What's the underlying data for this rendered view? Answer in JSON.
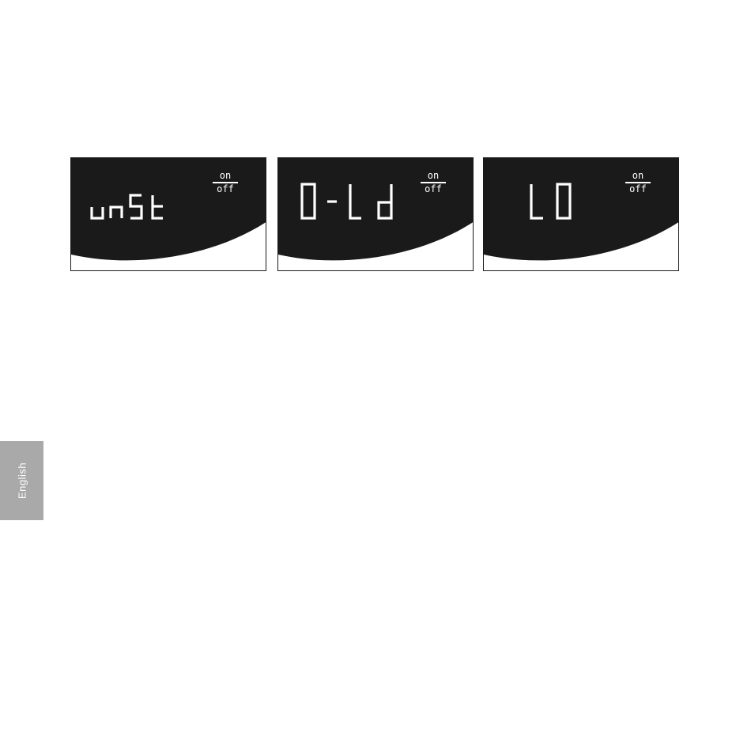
{
  "displays": [
    {
      "reading": "unSt",
      "on_label": "on",
      "off_label": "off"
    },
    {
      "reading": "0-Ld",
      "on_label": "on",
      "off_label": "off"
    },
    {
      "reading": "L0",
      "on_label": "on",
      "off_label": "off"
    }
  ],
  "language_tab": {
    "label": "English"
  },
  "colors": {
    "lcd_background": "#1a1a1a",
    "segment": "#ffffff",
    "tab": "#a9a9a9"
  }
}
